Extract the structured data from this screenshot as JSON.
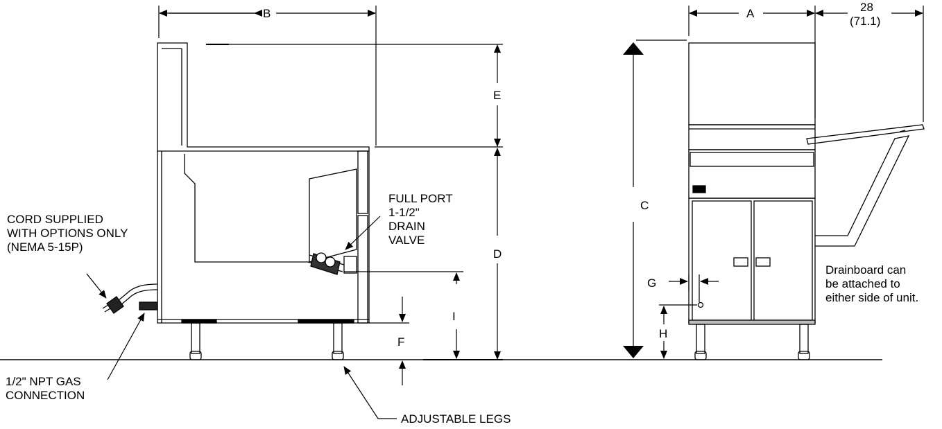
{
  "dimensions": {
    "a": "A",
    "b": "B",
    "c": "C",
    "d": "D",
    "e": "E",
    "f": "F",
    "g": "G",
    "h": "H",
    "i": "I",
    "drainboard_width": "28",
    "drainboard_width_cm": "(71.1)"
  },
  "callouts": {
    "drain_valve": [
      "FULL PORT",
      "1-1/2\"",
      "DRAIN",
      "VALVE"
    ],
    "cord": [
      "CORD SUPPLIED",
      "WITH OPTIONS ONLY",
      "(NEMA 5-15P)"
    ],
    "gas": [
      "1/2\" NPT GAS",
      "CONNECTION"
    ],
    "legs": "ADJUSTABLE LEGS",
    "drainboard_note": [
      "Drainboard can",
      "be attached to",
      "either side of unit."
    ]
  },
  "colors": {
    "line": "#000000",
    "background": "#ffffff",
    "shade": "#bdbdbd"
  }
}
